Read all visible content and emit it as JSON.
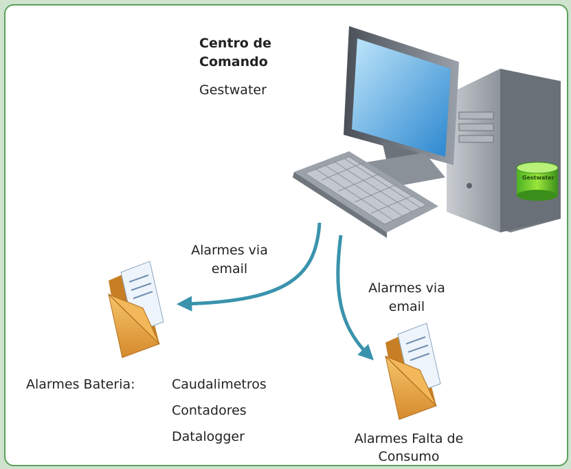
{
  "title": {
    "line1": "Centro de",
    "line2": "Comando",
    "subtitle": "Gestwater"
  },
  "server_label": "Gestwater",
  "left_branch": {
    "arrow_label_line1": "Alarmes via",
    "arrow_label_line2": "email",
    "heading": "Alarmes Bateria:",
    "items": [
      "Caudalimetros",
      "Contadores",
      "Datalogger"
    ]
  },
  "right_branch": {
    "arrow_label_line1": "Alarmes via",
    "arrow_label_line2": "email",
    "caption_line1": "Alarmes Falta de",
    "caption_line2": "Consumo"
  },
  "colors": {
    "border": "#5aa05a",
    "arrow": "#3a93ad",
    "envelope": "#e6a444"
  }
}
